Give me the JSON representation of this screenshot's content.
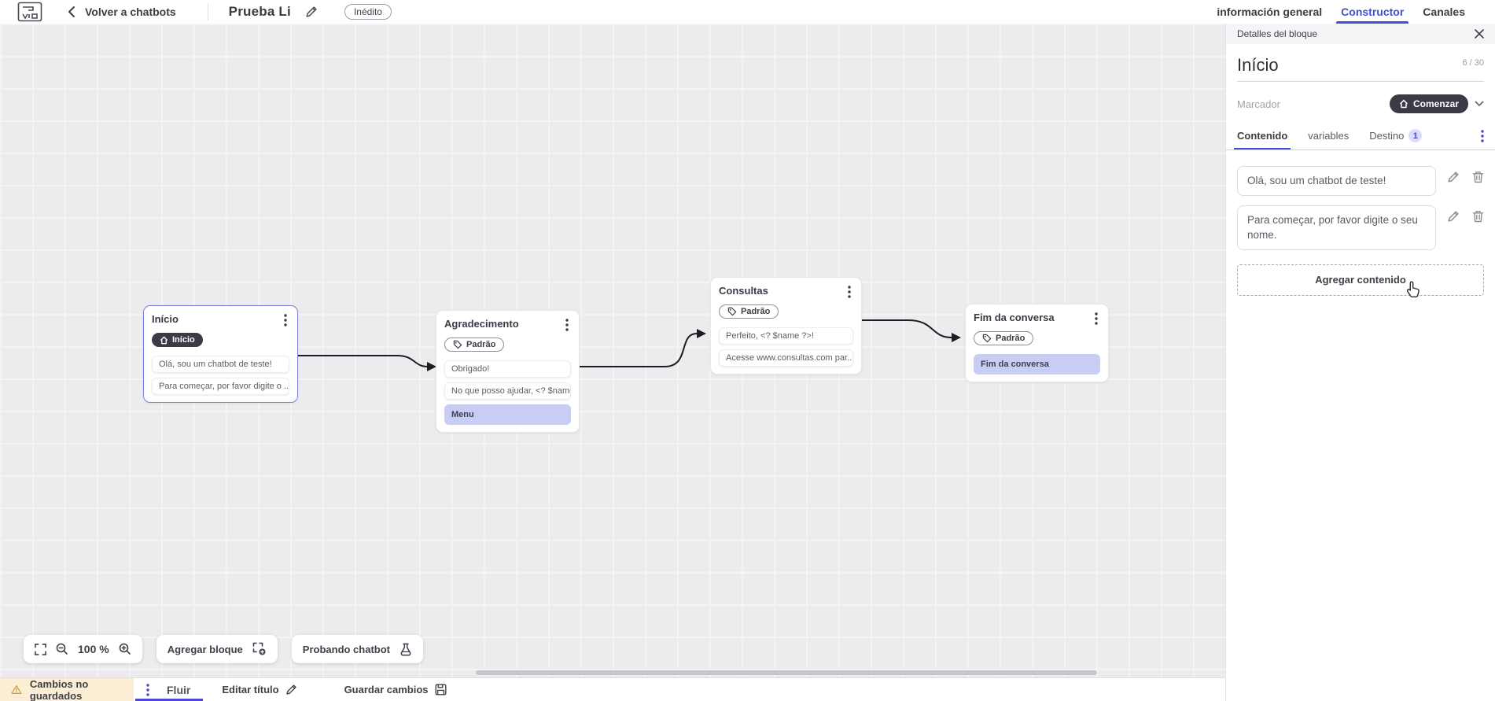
{
  "topbar": {
    "back_label": "Volver a chatbots",
    "flow_title": "Prueba Li",
    "draft_badge": "Inédito",
    "tabs": [
      {
        "label": "información general",
        "active": false
      },
      {
        "label": "Constructor",
        "active": true
      },
      {
        "label": "Canales",
        "active": false
      }
    ]
  },
  "canvas": {
    "zoom_level": "100 %",
    "add_block_label": "Agregar bloque",
    "test_chatbot_label": "Probando chatbot",
    "blocks": [
      {
        "title": "Início",
        "badge": "Início",
        "badge_style": "dark-start",
        "selected": true,
        "items": [
          {
            "text": "Olá, sou um chatbot de teste!",
            "type": "message"
          },
          {
            "text": "Para começar, por favor digite o ...",
            "type": "message"
          }
        ]
      },
      {
        "title": "Agradecimento",
        "badge": "Padrão",
        "badge_style": "outline-tag",
        "selected": false,
        "items": [
          {
            "text": "Obrigado!",
            "type": "message"
          },
          {
            "text": "No que posso ajudar, <? $name ...",
            "type": "message"
          },
          {
            "text": "Menu",
            "type": "menu"
          }
        ]
      },
      {
        "title": "Consultas",
        "badge": "Padrão",
        "badge_style": "outline-tag",
        "selected": false,
        "items": [
          {
            "text": "Perfeito, <? $name ?>!",
            "type": "message"
          },
          {
            "text": "Acesse www.consultas.com par...",
            "type": "message"
          }
        ]
      },
      {
        "title": "Fim da conversa",
        "badge": "Padrão",
        "badge_style": "outline-tag",
        "selected": false,
        "items": [
          {
            "text": "Fim da conversa",
            "type": "menu"
          }
        ]
      }
    ]
  },
  "panel": {
    "header": "Detalles del bloque",
    "block_name": "Início",
    "char_counter": "6 / 30",
    "marker_label": "Marcador",
    "marker_value": "Comenzar",
    "tabs": {
      "content": "Contenido",
      "variables": "variables",
      "destination": "Destino",
      "destination_badge": "1"
    },
    "contents": [
      {
        "text": "Olá, sou um chatbot de teste!"
      },
      {
        "text": "Para começar, por favor digite o seu nome."
      }
    ],
    "add_content_label": "Agregar contenido"
  },
  "statusbar": {
    "warning": "Cambios no guardados",
    "flow_tab": "Fluir",
    "edit_title_label": "Editar título",
    "save_label": "Guardar cambios"
  },
  "icons": {
    "app-logo": "stylized square logo",
    "chevron-left-icon": "‹",
    "pencil-icon": "edit pen",
    "close-icon": "✕",
    "home-icon": "house",
    "tag-icon": "label tag",
    "kebab-icon": "⋮",
    "chevron-down-icon": "˅",
    "trash-icon": "bin",
    "fullscreen-icon": "corner brackets",
    "zoom-out-icon": "magnifier minus",
    "zoom-in-icon": "magnifier plus",
    "add-block-icon": "dashed square plus",
    "flask-icon": "test flask",
    "warning-icon": "triangle !",
    "save-icon": "floppy disk",
    "hand-cursor": "pointer hand"
  },
  "colors": {
    "accent_blue": "#4150ce",
    "indicator_blue": "#4f46d6",
    "selected_block_border": "#7b80e0",
    "menu_row_bg": "#c7cdf3",
    "dark_badge_bg": "#3b3a47",
    "warning_bg": "#fbeed5",
    "warning_icon": "#cfa23c",
    "canvas_bg": "#ececee",
    "wire_color": "#1e1e22"
  }
}
